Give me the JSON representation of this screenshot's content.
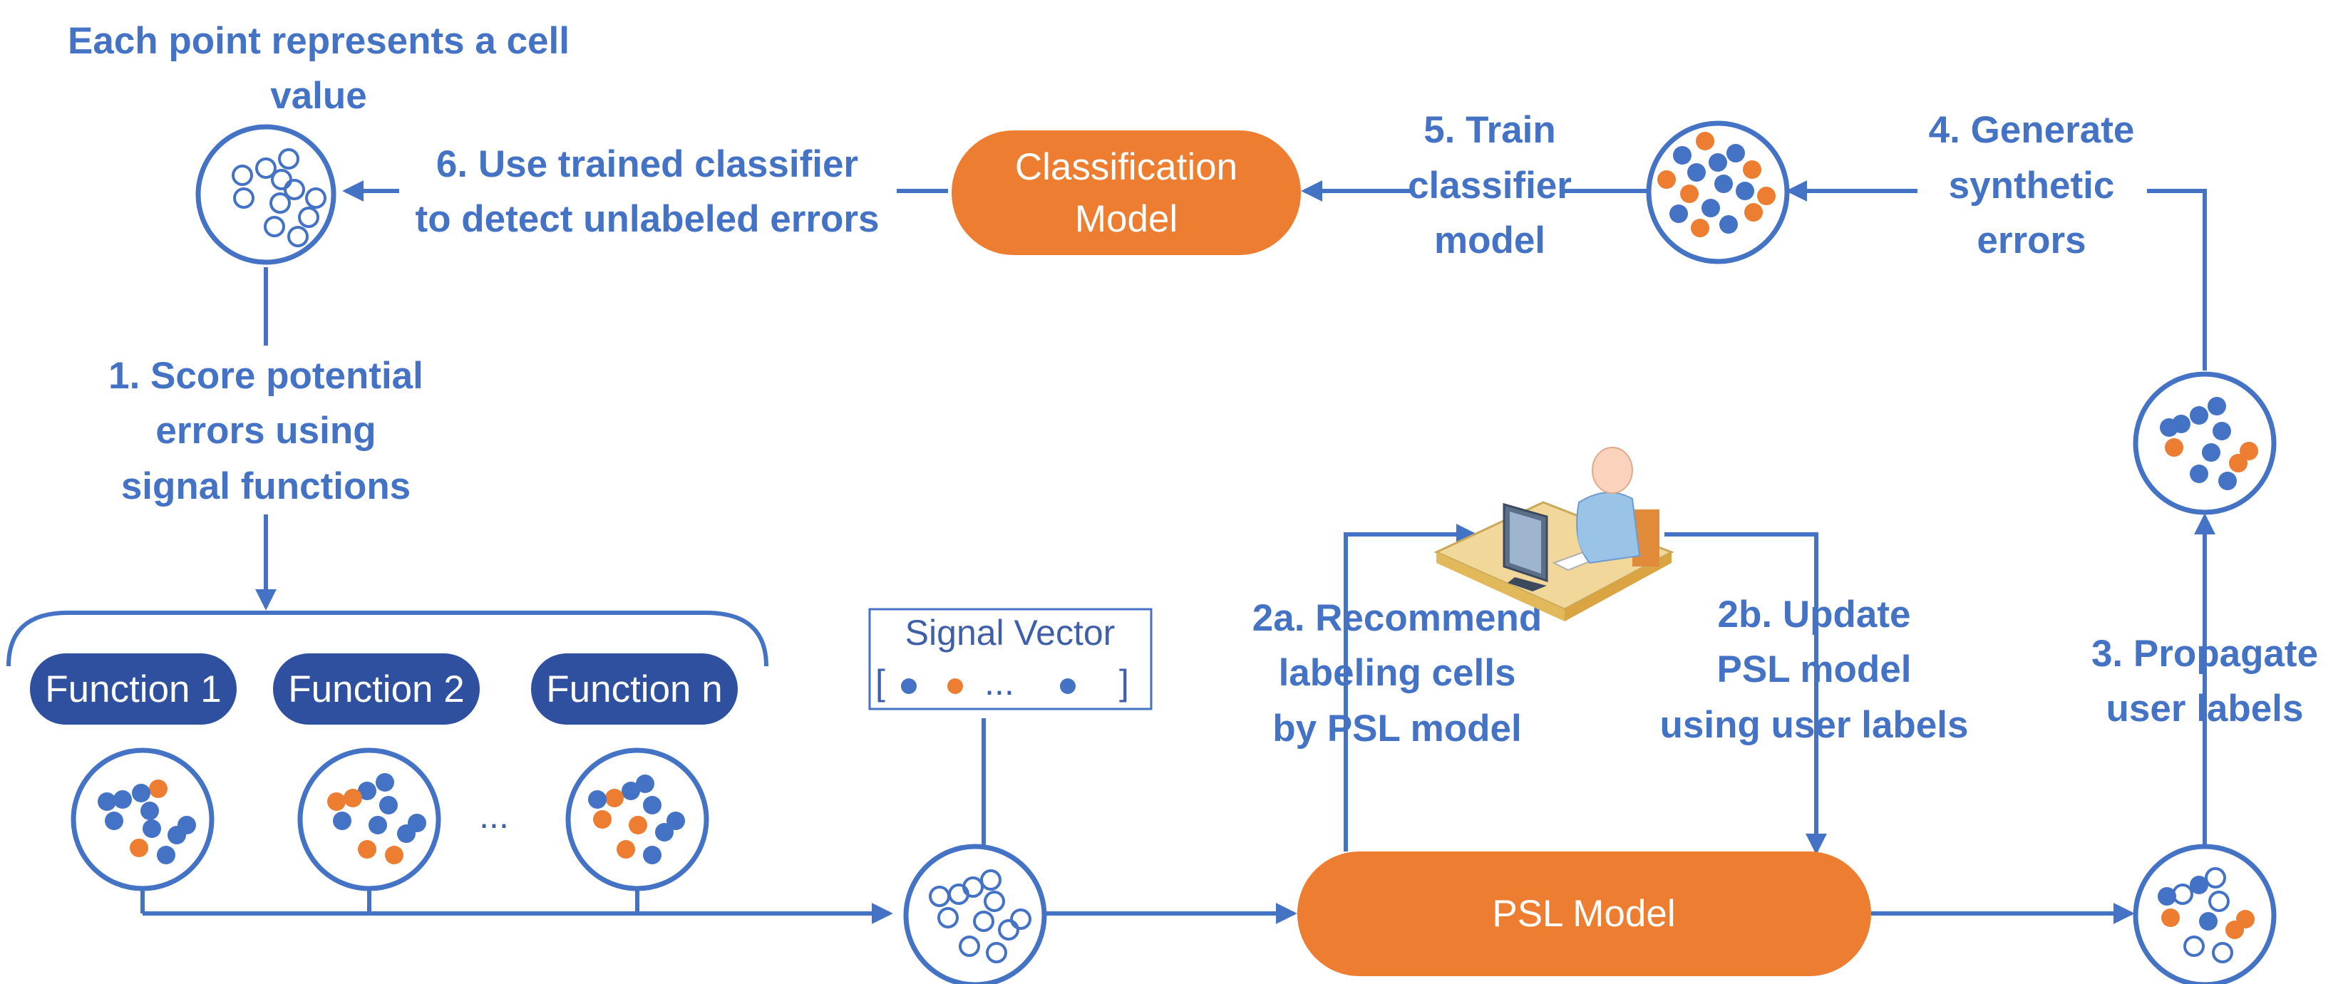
{
  "colors": {
    "blue": "#4472C4",
    "dark_blue_box": "#2F4F9F",
    "orange": "#ED7D31",
    "white": "#FFFFFF"
  },
  "labels": {
    "point_note_line1": "Each point represents a cell",
    "point_note_line2": "value",
    "step1_line1": "1. Score potential",
    "step1_line2": "errors using",
    "step1_line3": "signal functions",
    "step2a_line1": "2a. Recommend",
    "step2a_line2": "labeling cells",
    "step2a_line3": "by PSL model",
    "step2b_line1": "2b. Update",
    "step2b_line2": "PSL model",
    "step2b_line3": "using user labels",
    "step3_line1": "3. Propagate",
    "step3_line2": "user labels",
    "step4_line1": "4. Generate",
    "step4_line2": "synthetic",
    "step4_line3": "errors",
    "step5_line1": "5. Train",
    "step5_line2": "classifier",
    "step5_line3": "model",
    "step6_line1": "6. Use trained classifier",
    "step6_line2": "to detect unlabeled errors"
  },
  "boxes": {
    "classification_line1": "Classification",
    "classification_line2": "Model",
    "psl": "PSL Model",
    "function1": "Function 1",
    "function2": "Function 2",
    "functionn": "Function n"
  },
  "signal_vector": {
    "title": "Signal Vector",
    "open_bracket": "[",
    "ellipsis": "...",
    "close_bracket": "]"
  },
  "functions_ellipsis": "...",
  "icons": {
    "user": "user-at-computer-icon"
  }
}
